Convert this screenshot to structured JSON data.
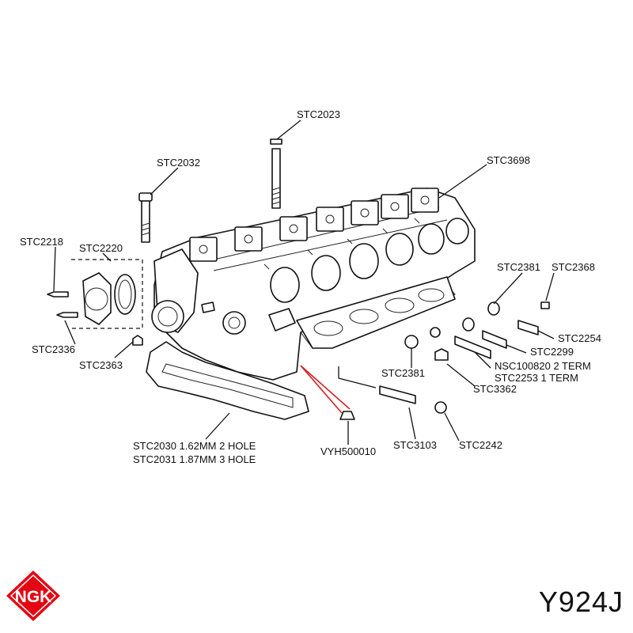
{
  "labels": {
    "stc2023": "STC2023",
    "stc2032": "STC2032",
    "stc3698": "STC3698",
    "stc2218": "STC2218",
    "stc2220": "STC2220",
    "stc2381_top": "STC2381",
    "stc2368": "STC2368",
    "stc2254": "STC2254",
    "stc2299": "STC2299",
    "nsc100820": "NSC100820 2 TERM",
    "stc2253": "STC2253 1 TERM",
    "stc3362": "STC3362",
    "stc2381_mid": "STC2381",
    "stc2336": "STC2336",
    "stc2363": "STC2363",
    "stc2030": "STC2030 1.62MM 2 HOLE",
    "stc2031": "STC2031 1.87MM 3 HOLE",
    "vyh500010": "VYH500010",
    "stc3103": "STC3103",
    "stc2242": "STC2242"
  },
  "brand": {
    "logo_text": "NGK",
    "logo_color": "#e30613"
  },
  "part_code": "Y924J",
  "icons": {
    "logo": "ngk-logo"
  }
}
